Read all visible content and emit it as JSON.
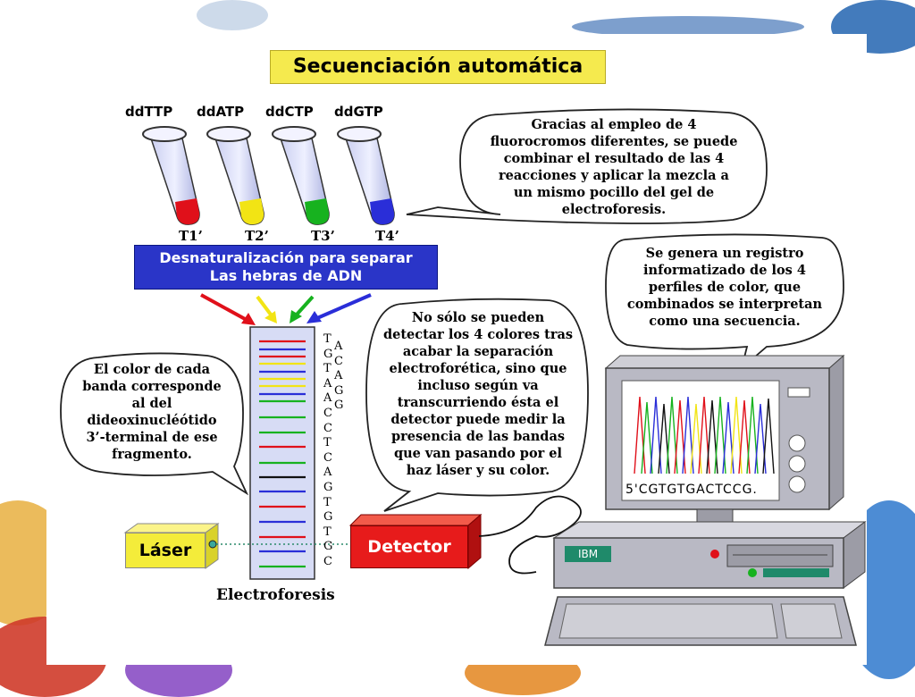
{
  "title": "Secuenciación automática",
  "tubes": [
    {
      "reagent": "ddTTP",
      "name": "T1’",
      "color": "#e0101a"
    },
    {
      "reagent": "ddATP",
      "name": "T2’",
      "color": "#f2e414"
    },
    {
      "reagent": "ddCTP",
      "name": "T3’",
      "color": "#17b21f"
    },
    {
      "reagent": "ddGTP",
      "name": "T4’",
      "color": "#2a2ed8"
    }
  ],
  "denaturalization": {
    "line1": "Desnaturalización para separar",
    "line2": "Las hebras de ADN"
  },
  "bubbles": {
    "fluorochromes": [
      "Gracias al empleo de 4",
      "fluorocromos diferentes, se puede",
      "combinar el resultado de las 4",
      "reacciones y aplicar la mezcla a",
      "un mismo pocillo del gel de",
      "electroforesis."
    ],
    "band_color": [
      "El color de cada",
      "banda corresponde",
      "al del",
      "dideoxinucléótido",
      "3’-terminal de ese",
      "fragmento."
    ],
    "detection": [
      "No sólo se pueden",
      "detectar los 4 colores tras",
      "acabar la separación",
      "electroforética, sino que",
      "incluso según va",
      "transcurriendo ésta el",
      "detector puede medir la",
      "presencia de las bandas",
      "que van pasando por el",
      "haz láser y su color."
    ],
    "record": [
      "Se genera un registro",
      "informatizado de los 4",
      "perfiles de color, que",
      "combinados se interpretan",
      "como una secuencia."
    ]
  },
  "sequence_letters": {
    "left": [
      "T",
      "G",
      "T",
      "A",
      "A",
      "C",
      "C",
      "T",
      "C",
      "A",
      "G",
      "T",
      "G",
      "T",
      "G",
      "C"
    ],
    "right": [
      "A",
      "C",
      "A",
      "G",
      "G"
    ]
  },
  "laser_label": "Láser",
  "detector_label": "Detector",
  "electrophoresis_label": "Electroforesis",
  "computer": {
    "screen_sequence": "5'CGTGTGACTCCG.",
    "brand": "IBM"
  },
  "colors": {
    "red": "#e0101a",
    "yellow": "#f2e414",
    "green": "#17b21f",
    "blue": "#2a2ed8",
    "title_bg": "#f5ea4e",
    "denat_bg": "#2a35c8"
  }
}
